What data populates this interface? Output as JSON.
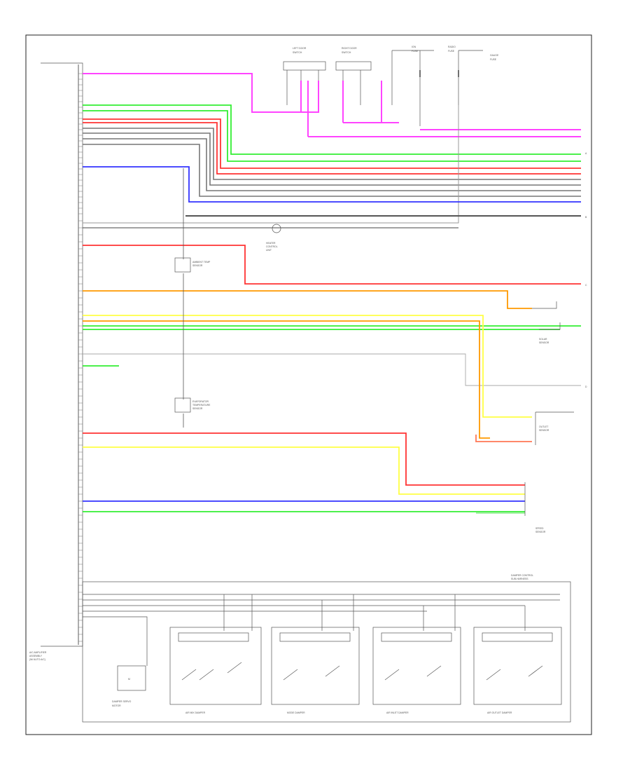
{
  "diagram": {
    "title": "",
    "footer_code": "",
    "left_block_label": [
      "A/C AMPLIFIER",
      "ASSEMBLY",
      "(W/ AUTO A/C)"
    ],
    "top_switches": {
      "left_door": [
        "LEFT DOOR",
        "SWITCH"
      ],
      "right_door": [
        "RIGHT DOOR",
        "SWITCH"
      ],
      "fuse_a": [
        "IGN",
        "FUSE"
      ],
      "fuse_b": [
        "RADIO",
        "FUSE"
      ],
      "fuse_c": [
        "GAUGE",
        "FUSE"
      ]
    },
    "right_refs": [
      "A",
      "B",
      "C",
      "D"
    ],
    "wire_colors": {
      "pink": "#ff44ff",
      "green": "#33ee33",
      "red": "#ff3333",
      "blue": "#3333ff",
      "orange": "#ff9900",
      "yellow": "#ffff44",
      "gray": "#777777",
      "black": "#222222"
    },
    "components": {
      "ambient_sensor": [
        "AMBIENT TEMP",
        "SENSOR"
      ],
      "evap_sensor": [
        "EVAPORATOR",
        "TEMPERATURE",
        "SENSOR"
      ],
      "solar_sensor": [
        "SOLAR",
        "SENSOR"
      ],
      "outlet_sensor": [
        "OUTLET",
        "SENSOR"
      ],
      "speed_sensor": [
        "SPEED",
        "SENSOR"
      ],
      "center_unit": [
        "HEATER",
        "CONTROL",
        "UNIT"
      ],
      "bottom_left_block": [
        "M",
        "DAMPER SERVO",
        "MOTOR"
      ],
      "dampers": [
        "AIR MIX DAMPER",
        "MODE DAMPER",
        "AIR INLET DAMPER",
        "AIR OUTLET DAMPER"
      ],
      "bottom_caption_right": [
        "DAMPER CONTROL",
        "SUB-HARNESS"
      ]
    }
  }
}
